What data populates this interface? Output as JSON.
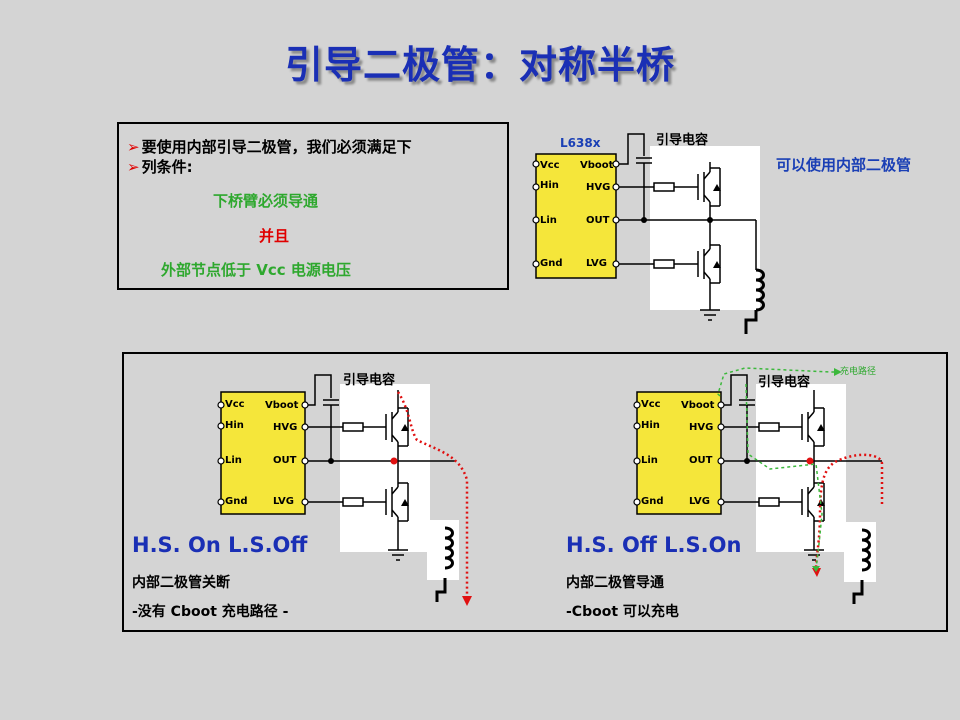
{
  "title": "引导二极管：对称半桥",
  "conditions": {
    "line1": "要使用内部引导二极管，我们必须满足下",
    "line2": "列条件:",
    "low_side": "下桥臂必须导通",
    "and": "并且",
    "node": "外部节点低于 Vcc 电源电压"
  },
  "top_note": "可以使用内部二极管",
  "ic": {
    "part": "L638x",
    "pins_left": [
      "Vcc",
      "Hin",
      "Lin",
      "Gnd"
    ],
    "pins_right": [
      "Vboot",
      "HVG",
      "OUT",
      "LVG"
    ],
    "boot_cap_label": "引导电容"
  },
  "charge_path_label": "充电路径",
  "case_left": {
    "title": "H.S. On L.S.Off",
    "line1": "内部二极管关断",
    "line2": "-没有 Cboot 充电路径 -"
  },
  "case_right": {
    "title": "H.S. Off L.S.On",
    "line1": "内部二极管导通",
    "line2": "-Cboot  可以充电"
  },
  "colors": {
    "title": "#1a2fb5",
    "ic_fill": "#f5e63a",
    "green_text": "#2ea82e",
    "red_text": "#e00000",
    "current_path": "#e01010",
    "charge_path": "#3cb83c"
  }
}
